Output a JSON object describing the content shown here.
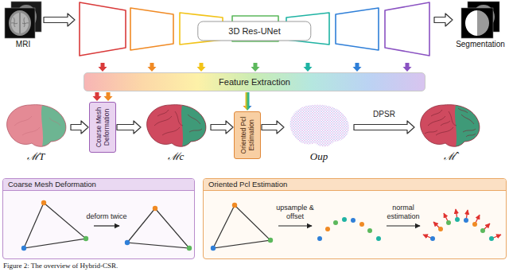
{
  "diagram": {
    "caption": "Figure 2: The overview of Hybrid-CSR.",
    "nodes": [
      {
        "text": [
          "MRI"
        ]
      },
      {
        "text": [
          "3D Res-UNet"
        ]
      },
      {
        "text": [
          "Segmentation"
        ]
      },
      {
        "text": [
          "Feature Extraction"
        ]
      },
      {
        "text": [
          "ℳT"
        ]
      },
      {
        "text": [
          "Coarse Mesh Deformation"
        ]
      },
      {
        "text": [
          "ℳc"
        ]
      },
      {
        "text": [
          "Oriented Pcl Estimation"
        ]
      },
      {
        "text": [
          "Oup"
        ]
      },
      {
        "text": [
          "ℳ̂"
        ]
      },
      {
        "text": [
          "Coarse Mesh Deformation"
        ]
      },
      {
        "text": [
          "Oriented Pcl Estimation"
        ]
      }
    ],
    "edges": [
      {
        "from": 0,
        "to": 1,
        "arrow": "to"
      },
      {
        "from": 1,
        "to": 2,
        "arrow": "to"
      },
      {
        "from": 1,
        "to": 3,
        "arrow": "to"
      },
      {
        "from": 1,
        "to": 3,
        "arrow": "to"
      },
      {
        "from": 1,
        "to": 3,
        "arrow": "to"
      },
      {
        "from": 1,
        "to": 3,
        "arrow": "to"
      },
      {
        "from": 1,
        "to": 3,
        "arrow": "to"
      },
      {
        "from": 1,
        "to": 3,
        "arrow": "to"
      },
      {
        "from": 1,
        "to": 3,
        "arrow": "to"
      },
      {
        "from": 3,
        "to": 5,
        "arrow": "to"
      },
      {
        "from": 3,
        "to": 5,
        "arrow": "to"
      },
      {
        "from": 3,
        "to": 7,
        "arrow": "to"
      },
      {
        "from": 4,
        "to": 5,
        "arrow": "to"
      },
      {
        "from": 5,
        "to": 6,
        "arrow": "to"
      },
      {
        "from": 6,
        "to": 7,
        "arrow": "to"
      },
      {
        "from": 7,
        "to": 8,
        "arrow": "to"
      },
      {
        "from": 8,
        "to": 9,
        "label": "DPSR",
        "arrow": "to"
      }
    ],
    "labels": [
      "deform twice",
      "upsample & offset",
      "normal estimation"
    ]
  }
}
